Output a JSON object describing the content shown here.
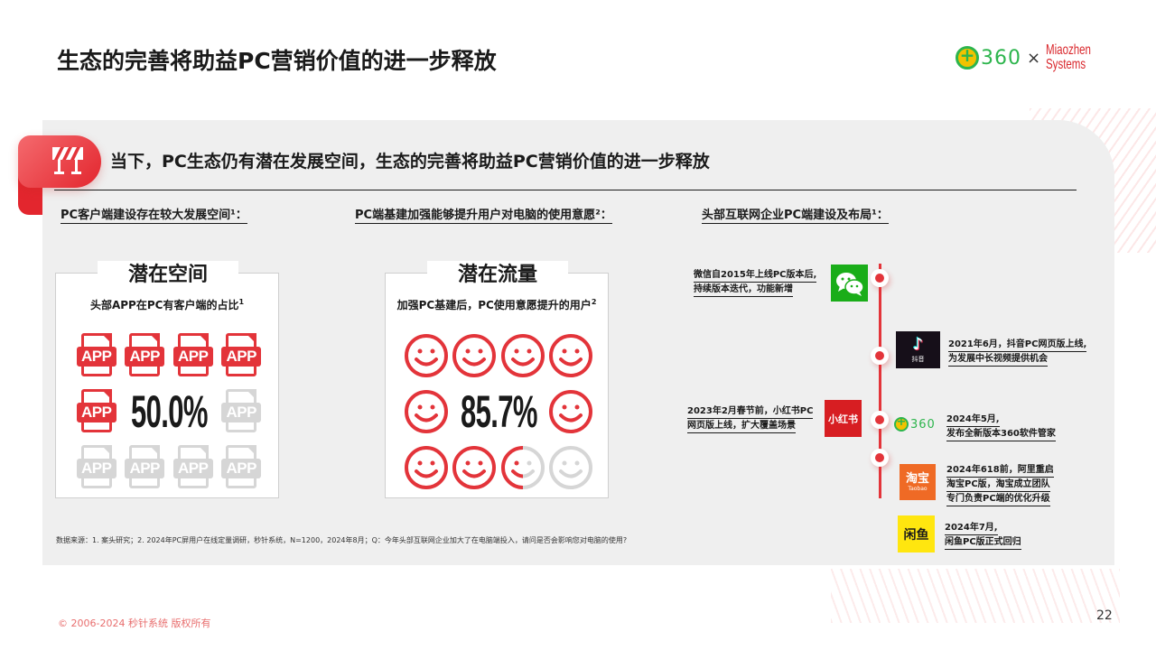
{
  "page": {
    "title": "生态的完善将助益PC营销价值的进一步释放",
    "page_number": "22",
    "copyright": "© 2006-2024 秒针系统 版权所有"
  },
  "logos": {
    "brand1": "360",
    "separator": "×",
    "brand2_line1": "Miaozhen",
    "brand2_line2": "Systems"
  },
  "colors": {
    "accent_red": "#e3343a",
    "panel_bg": "#efefef",
    "inactive_gray": "#d6d6d6",
    "wechat_green": "#1aad19",
    "taobao_orange": "#ef6a25",
    "xianyu_yellow": "#ffe60f",
    "xhs_red": "#d71e22",
    "brand_360_green": "#2db54d"
  },
  "section": {
    "icon": "roadblock-icon",
    "headline": "当下，PC生态仍有潜在发展空间，生态的完善将助益PC营销价值的进一步释放"
  },
  "columns": [
    {
      "title": "PC客户端建设存在较大发展空间¹："
    },
    {
      "title": "PC端基建加强能够提升用户对电脑的使用意愿²："
    },
    {
      "title": "头部互联网企业PC端建设及布局¹："
    }
  ],
  "card_space": {
    "title": "潜在空间",
    "subtitle": "头部APP在PC有客户端的占比",
    "sup": "1",
    "value": "50.0%",
    "icon_label": "APP",
    "icons_total": 10,
    "icons_active": 5
  },
  "card_traffic": {
    "title": "潜在流量",
    "subtitle": "加强PC基建后，PC使用意愿提升的用户",
    "sup": "2",
    "value": "85.7%",
    "icons_total": 10,
    "icons_active": 8.57
  },
  "chart_data": [
    {
      "type": "table",
      "title": "潜在空间",
      "label": "头部APP在PC有客户端的占比",
      "value": 50.0,
      "unit": "%"
    },
    {
      "type": "table",
      "title": "潜在流量",
      "label": "加强PC基建后，PC使用意愿提升的用户",
      "value": 85.7,
      "unit": "%"
    }
  ],
  "timeline": [
    {
      "brand": "微信",
      "icon": "wechat-icon",
      "side": "left",
      "lines": [
        "微信自2015年上线PC版本后,",
        "持续版本迭代，功能新增"
      ]
    },
    {
      "brand": "抖音",
      "icon": "douyin-icon",
      "label": "抖音",
      "side": "right",
      "lines": [
        "2021年6月，抖音PC网页版上线,",
        "为发展中长视频提供机会"
      ]
    },
    {
      "brand": "小红书",
      "icon": "xiaohongshu-icon",
      "label": "小红书",
      "side": "left",
      "lines": [
        "2023年2月春节前，小红书PC",
        "网页版上线，扩大覆盖场景"
      ]
    },
    {
      "brand": "360",
      "icon": "360-icon",
      "label": "360",
      "side": "right",
      "lines": [
        "2024年5月,",
        "发布全新版本360软件管家"
      ]
    },
    {
      "brand": "淘宝",
      "icon": "taobao-icon",
      "label": "淘宝",
      "label_en": "Taobao",
      "side": "right",
      "lines": [
        "2024年618前，阿里重启",
        "淘宝PC版，淘宝成立团队",
        "专门负责PC端的优化升级"
      ]
    },
    {
      "brand": "闲鱼",
      "icon": "xianyu-icon",
      "label": "闲鱼",
      "side": "right",
      "lines": [
        "2024年7月,",
        "闲鱼PC版正式回归"
      ]
    }
  ],
  "footnote": "数据来源：1. 案头研究；2. 2024年PC屏用户在线定量调研，秒针系统，N=1200，2024年8月；Q：今年头部互联网企业加大了在电脑端投入，请问是否会影响您对电脑的使用?"
}
